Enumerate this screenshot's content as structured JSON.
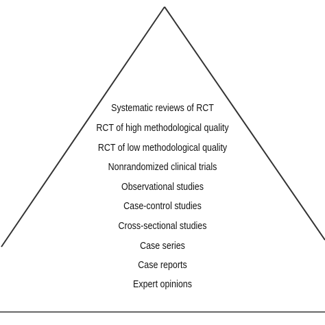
{
  "diagram": {
    "colors": {
      "line": "#333333",
      "text": "#111111",
      "background": "#ffffff"
    },
    "levels": [
      {
        "label": "Systematic reviews of RCT"
      },
      {
        "label": "RCT of high methodological quality"
      },
      {
        "label": "RCT of low methodological quality"
      },
      {
        "label": "Nonrandomized clinical trials"
      },
      {
        "label": "Observational studies"
      },
      {
        "label": "Case-control studies"
      },
      {
        "label": "Cross-sectional studies"
      },
      {
        "label": "Case series"
      },
      {
        "label": "Case reports"
      },
      {
        "label": "Expert opinions"
      }
    ]
  }
}
